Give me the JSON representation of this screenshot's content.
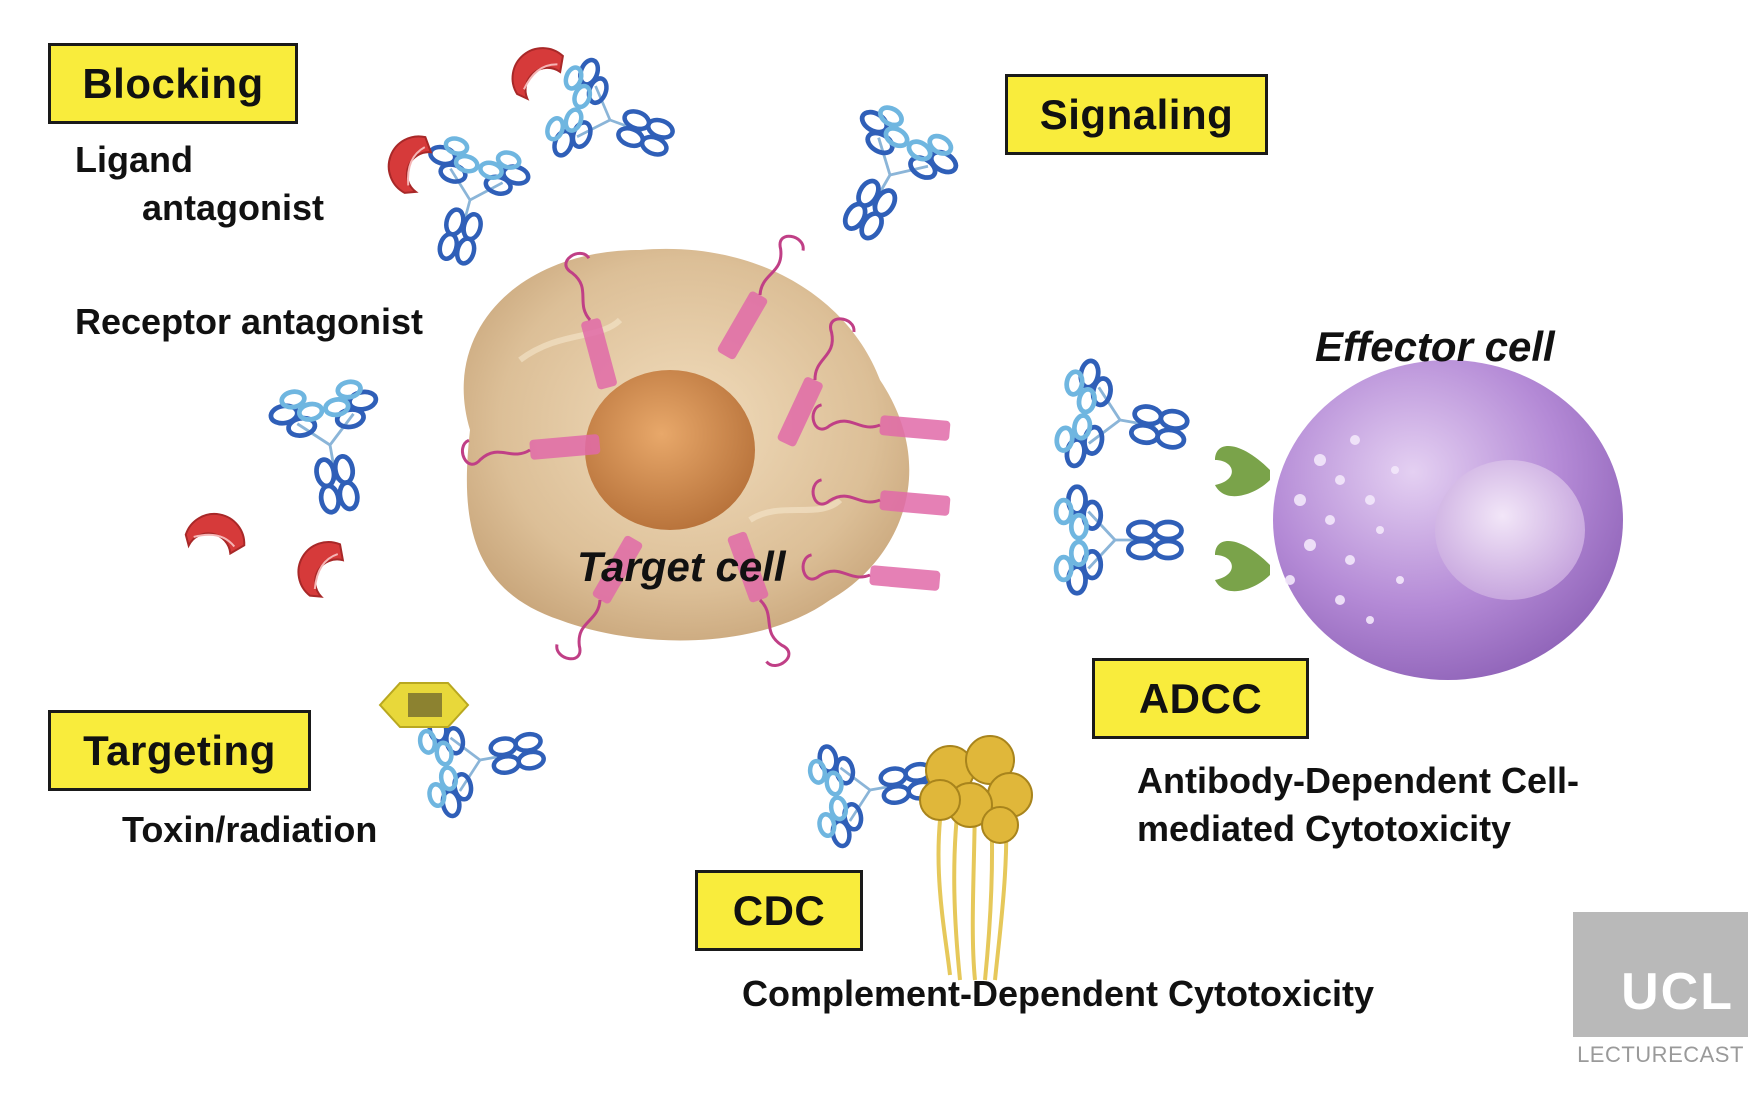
{
  "labels": {
    "blocking": "Blocking",
    "ligand_line1": "Ligand",
    "ligand_line2": "antagonist",
    "receptor_antagonist": "Receptor antagonist",
    "signaling": "Signaling",
    "effector_cell": "Effector cell",
    "target_cell": "Target cell",
    "targeting": "Targeting",
    "toxin_radiation": "Toxin/radiation",
    "adcc": "ADCC",
    "adcc_line1": "Antibody-Dependent Cell-",
    "adcc_line2": "mediated Cytotoxicity",
    "cdc": "CDC",
    "cdc_desc": "Complement-Dependent Cytotoxicity"
  },
  "logo": {
    "ucl": "UCL",
    "lecturecast": "LECTURECAST"
  },
  "colors": {
    "label_box": "#f9ec3c",
    "target_cell": "#d9b88c",
    "nucleus": "#c98a4a",
    "effector_cell": "#b48ad6",
    "receptor": "#e06aa8",
    "antibody_heavy": "#2f5fb8",
    "antibody_light": "#6fb6e0",
    "ligand": "#d63a3a",
    "fc_receptor": "#7aa34a",
    "complement": "#e0b73a",
    "toxin": "#e8d83a"
  }
}
